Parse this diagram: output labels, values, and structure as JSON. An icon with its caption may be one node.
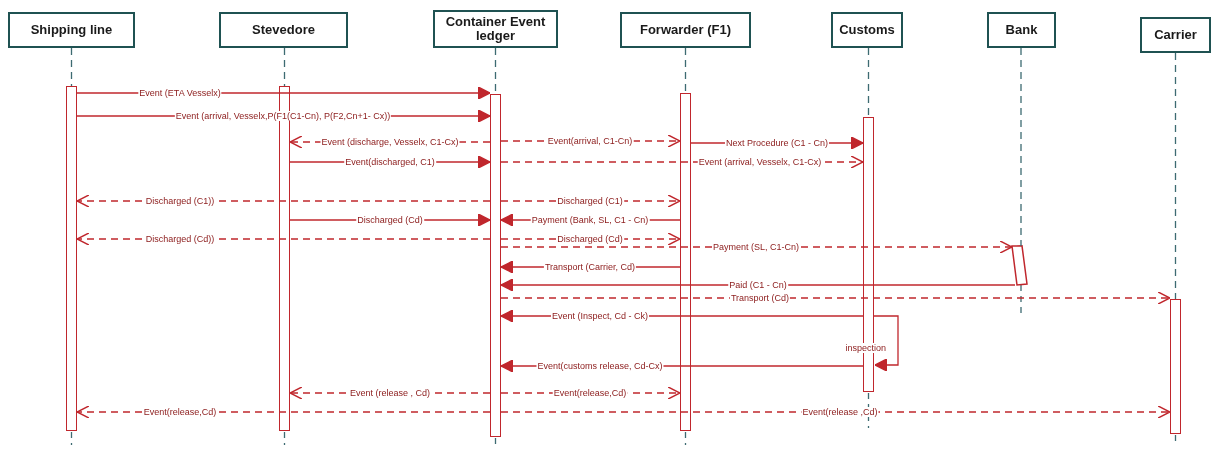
{
  "diagram": {
    "nodes": [
      {
        "text": [
          "Shipping line"
        ]
      },
      {
        "text": [
          "Stevedore"
        ]
      },
      {
        "text": [
          "Container Event ledger"
        ]
      },
      {
        "text": [
          "Forwarder (F1)"
        ]
      },
      {
        "text": [
          "Customs"
        ]
      },
      {
        "text": [
          "Bank"
        ]
      },
      {
        "text": [
          "Carrier"
        ]
      },
      {
        "text": [],
        "shape": "bar"
      },
      {
        "text": [],
        "shape": "bar"
      },
      {
        "text": [],
        "shape": "bar"
      },
      {
        "text": [],
        "shape": "bar"
      },
      {
        "text": [],
        "shape": "bar"
      },
      {
        "text": [],
        "shape": "bar"
      },
      {
        "text": [],
        "shape": "bar"
      }
    ],
    "edges": [
      {
        "from": 7,
        "to": 9,
        "arrow": "to",
        "label": "Event (ETA Vesselx)"
      },
      {
        "from": 7,
        "to": 9,
        "arrow": "to",
        "label": "Event (arrival, Vesselx,P(F1(C1-Cn), P(F2,Cn+1- Cx))"
      },
      {
        "from": 9,
        "to": 8,
        "arrow": "to",
        "label": "Event (discharge, Vesselx, C1-Cx)",
        "style": "dashed"
      },
      {
        "from": 9,
        "to": 10,
        "arrow": "to",
        "label": "Event(arrival, C1-Cn)",
        "style": "dashed"
      },
      {
        "from": 10,
        "to": 11,
        "arrow": "to",
        "label": "Next Procedure (C1 - Cn)"
      },
      {
        "from": 8,
        "to": 9,
        "arrow": "to",
        "label": "Event(discharged, C1)"
      },
      {
        "from": 9,
        "to": 11,
        "arrow": "to",
        "label": "Event (arrival, Vesselx, C1-Cx)",
        "style": "dashed"
      },
      {
        "from": 9,
        "to": 7,
        "arrow": "to",
        "label": "Discharged (C1))",
        "style": "dashed"
      },
      {
        "from": 9,
        "to": 10,
        "arrow": "to",
        "label": "Discharged (C1)",
        "style": "dashed"
      },
      {
        "from": 8,
        "to": 9,
        "arrow": "to",
        "label": "Discharged (Cd)"
      },
      {
        "from": 10,
        "to": 9,
        "arrow": "to",
        "label": "Payment (Bank, SL, C1 - Cn)"
      },
      {
        "from": 9,
        "to": 7,
        "arrow": "to",
        "label": "Discharged (Cd))",
        "style": "dashed"
      },
      {
        "from": 9,
        "to": 10,
        "arrow": "to",
        "label": "Discharged (Cd)",
        "style": "dashed"
      },
      {
        "from": 9,
        "to": 12,
        "arrow": "to",
        "label": "Payment (SL, C1-Cn)",
        "style": "dashed"
      },
      {
        "from": 10,
        "to": 9,
        "arrow": "to",
        "label": "Transport (Carrier, Cd)"
      },
      {
        "from": 12,
        "to": 9,
        "arrow": "to",
        "label": "Paid (C1 - Cn)"
      },
      {
        "from": 9,
        "to": 13,
        "arrow": "to",
        "label": "Transport (Cd)",
        "style": "dashed"
      },
      {
        "from": 11,
        "to": 9,
        "arrow": "to",
        "label": "Event (Inspect, Cd - Ck)"
      },
      {
        "from": 11,
        "to": 11,
        "arrow": "to",
        "label": "inspection"
      },
      {
        "from": 11,
        "to": 9,
        "arrow": "to",
        "label": "Event(customs release, Cd-Cx)"
      },
      {
        "from": 9,
        "to": 8,
        "arrow": "to",
        "label": "Event (release , Cd)",
        "style": "dashed"
      },
      {
        "from": 9,
        "to": 10,
        "arrow": "to",
        "label": "Event(release,Cd)",
        "style": "dashed"
      },
      {
        "from": 9,
        "to": 7,
        "arrow": "to",
        "label": "Event(release,Cd)",
        "style": "dashed"
      },
      {
        "from": 9,
        "to": 13,
        "arrow": "to",
        "label": "Event(release ,Cd)",
        "style": "dashed"
      },
      {
        "from": 0,
        "to": 7,
        "arrow": "none",
        "style": "dashed",
        "color": "#3d6b72"
      },
      {
        "from": 1,
        "to": 8,
        "arrow": "none",
        "style": "dashed",
        "color": "#3d6b72"
      },
      {
        "from": 2,
        "to": 9,
        "arrow": "none",
        "style": "dashed",
        "color": "#3d6b72"
      },
      {
        "from": 3,
        "to": 10,
        "arrow": "none",
        "style": "dashed",
        "color": "#3d6b72"
      },
      {
        "from": 4,
        "to": 11,
        "arrow": "none",
        "style": "dashed",
        "color": "#3d6b72"
      },
      {
        "from": 5,
        "to": 12,
        "arrow": "none",
        "style": "dashed",
        "color": "#3d6b72"
      },
      {
        "from": 6,
        "to": 13,
        "arrow": "none",
        "style": "dashed",
        "color": "#3d6b72"
      }
    ]
  }
}
